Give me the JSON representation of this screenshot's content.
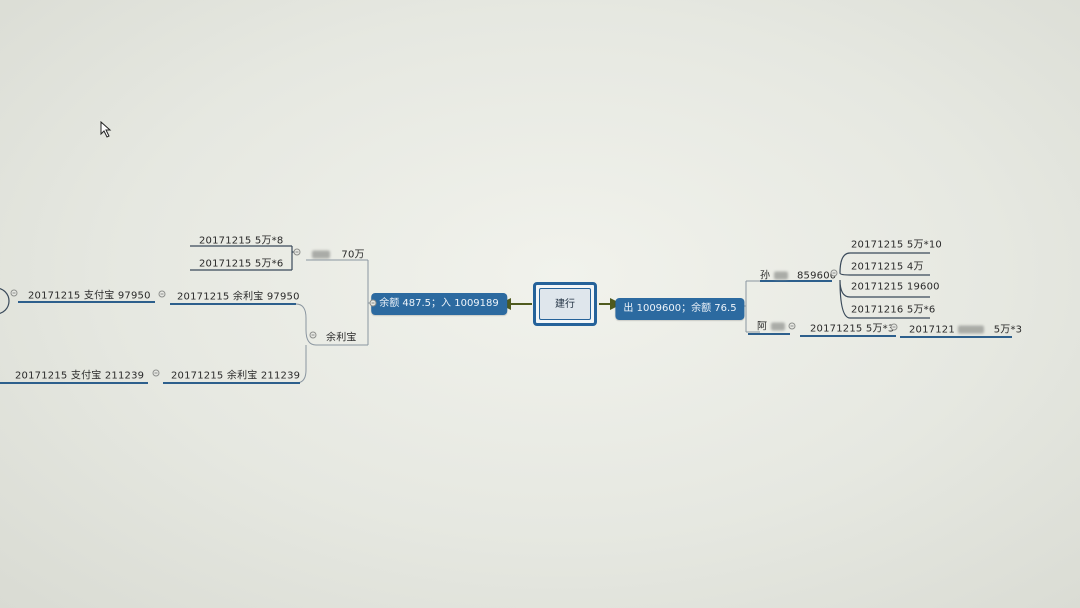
{
  "root": {
    "label": "建行"
  },
  "center_left": {
    "label": "余额 487.5；入 1009189"
  },
  "center_right": {
    "label": "出 1009600；余额 76.5"
  },
  "left": {
    "seventy_wan": {
      "label": "70万",
      "children": [
        "20171215  5万*8",
        "20171215  5万*6"
      ]
    },
    "yulibao": {
      "label": "余利宝"
    },
    "row1": {
      "label": "20171215  余利宝  97950",
      "child": "20171215  支付宝  97950"
    },
    "row2": {
      "label": "20171215  余利宝  211239",
      "child": "20171215  支付宝  211239"
    }
  },
  "right": {
    "sun": {
      "prefix": "孙",
      "amount": "859600",
      "children": [
        "20171215  5万*10",
        "20171215  4万",
        "20171215  19600",
        "20171216  5万*6"
      ]
    },
    "a": {
      "prefix": "阿",
      "child": "20171215  5万*3",
      "grandchild_prefix": "2017121",
      "grandchild_suffix": "5万*3"
    }
  },
  "colors": {
    "node": "#2c6aa0",
    "line_dark": "#2d5f8c",
    "line_light": "#7d8fa0",
    "arrow": "#4f5a1e"
  },
  "icons": [
    "collapse-toggle-icon",
    "mouse-cursor-icon"
  ]
}
